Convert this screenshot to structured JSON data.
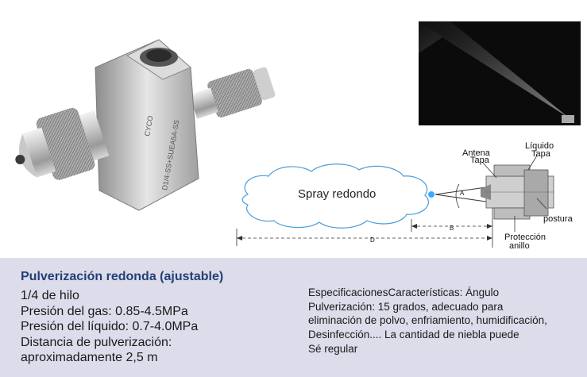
{
  "product": {
    "engraving": [
      "CYCO",
      "D1/4-SS+SUEA5A-SS"
    ]
  },
  "diagram": {
    "labels": {
      "antena": "Antena",
      "tapa_left": "Tapa",
      "liquido": "Líquido",
      "tapa_right": "Tapa",
      "postura": "postura",
      "proteccion": "Protección",
      "anillo": "anillo",
      "spray": "Spray redondo",
      "dim_a": "A",
      "dim_b": "B",
      "dim_d": "D"
    }
  },
  "specs": {
    "title": "Pulverización redonda (ajustable)",
    "left_lines": [
      "1/4 de hilo",
      "Presión del gas: 0.85-4.5MPa",
      "Presión del líquido: 0.7-4.0MPa",
      "Distancia de pulverización:",
      "aproximadamente 2,5 m"
    ],
    "right_lines": [
      "EspecificacionesCaracterísticas: Ángulo",
      "Pulverización: 15 grados, adecuado para",
      "eliminación de polvo, enfriamiento, humidificación,",
      "Desinfección.... La cantidad de niebla puede",
      "Sé regular"
    ]
  }
}
